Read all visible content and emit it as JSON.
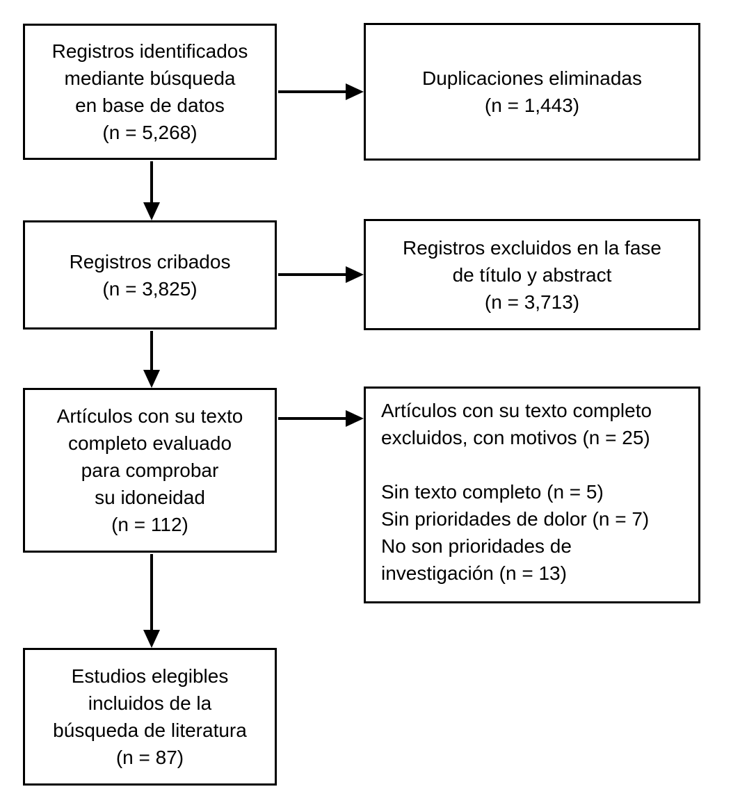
{
  "diagram_type": "prisma-flowchart",
  "nodes": {
    "identificados": {
      "text": "Registros identificados\nmediante búsqueda\nen base de datos\n(n = 5,268)",
      "n": "5,268"
    },
    "duplicaciones": {
      "text": "Duplicaciones eliminadas\n(n = 1,443)",
      "n": "1,443"
    },
    "cribados": {
      "text": "Registros cribados\n(n = 3,825)",
      "n": "3,825"
    },
    "excluidos_fase": {
      "text": "Registros excluidos en la fase\nde título y abstract\n(n = 3,713)",
      "n": "3,713"
    },
    "texto_completo": {
      "text": "Artículos con su texto\ncompleto evaluado\npara comprobar\nsu idoneidad\n(n = 112)",
      "n": "112"
    },
    "excluidos_motivos": {
      "text": "Artículos con su texto completo\nexcluidos, con motivos (n = 25)\n\nSin texto completo (n = 5)\nSin prioridades de dolor (n = 7)\nNo son prioridades de\ninvestigación (n = 13)",
      "n": "25"
    },
    "elegibles": {
      "text": "Estudios elegibles\nincluidos de la\nbúsqueda de literatura\n(n = 87)",
      "n": "87"
    }
  },
  "colors": {
    "line": "#000000",
    "box_border": "#000000",
    "background": "#ffffff",
    "text": "#000000"
  }
}
